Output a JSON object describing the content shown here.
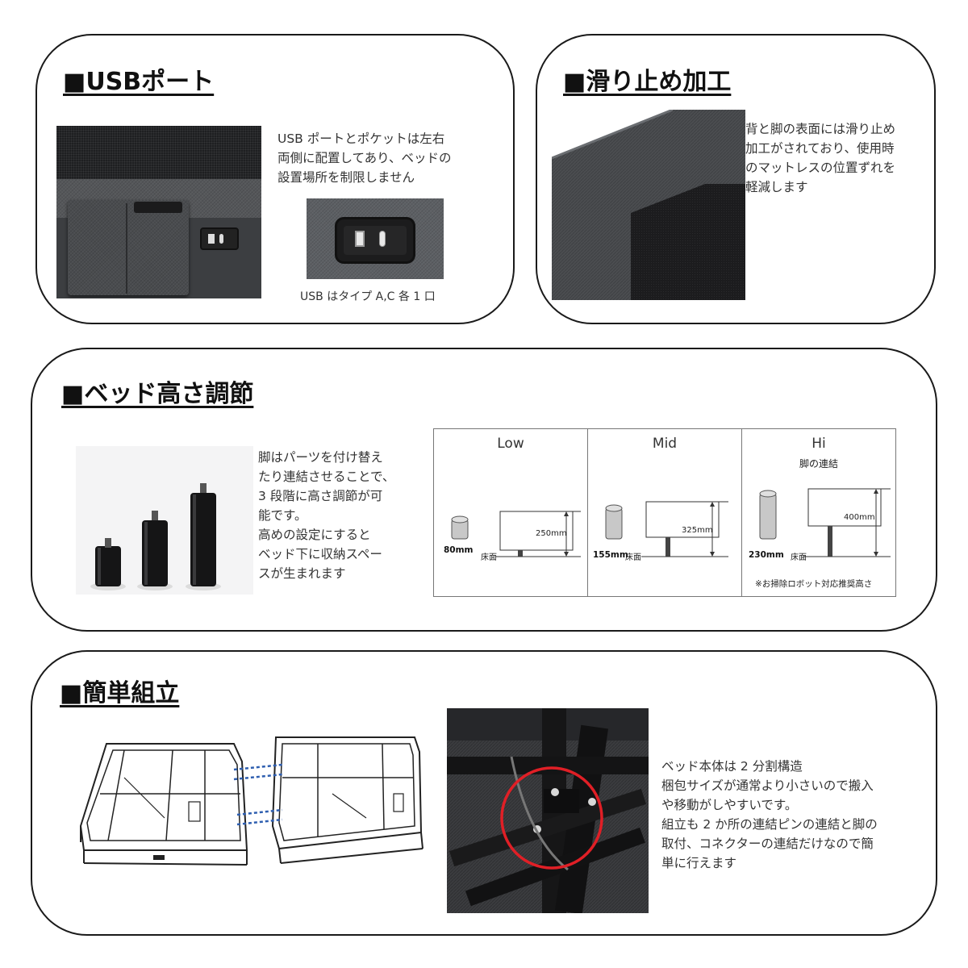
{
  "usb_section": {
    "heading": "■USBポート",
    "text_lines": [
      "USB ポートとポケットは左右",
      "両側に配置してあり、ベッドの",
      "設置場所を制限しません"
    ],
    "caption": "USB はタイプ A,C 各 1 口"
  },
  "slip_section": {
    "heading": "■滑り止め加工",
    "text_lines": [
      "背と脚の表面には滑り止め",
      "加工がされており、使用時",
      "のマットレスの位置ずれを",
      "軽減します"
    ]
  },
  "height_section": {
    "heading": "■ベッド高さ調節",
    "text_lines": [
      "脚はパーツを付け替え",
      "たり連結させることで、",
      "3 段階に高さ調節が可",
      "能です。",
      "高めの設定にすると",
      "ベッド下に収納スペー",
      "スが生まれます"
    ],
    "chart": {
      "columns": [
        {
          "title": "Low",
          "subtitle": "",
          "leg": "80mm",
          "height": "250mm",
          "floor": "床面"
        },
        {
          "title": "Mid",
          "subtitle": "",
          "leg": "155mm",
          "height": "325mm",
          "floor": "床面"
        },
        {
          "title": "Hi",
          "subtitle": "脚の連結",
          "leg": "230mm",
          "height": "400mm",
          "floor": "床面"
        }
      ],
      "note": "※お掃除ロボット対応推奨高さ"
    }
  },
  "assembly_section": {
    "heading": "■簡単組立",
    "text_lines": [
      "ベッド本体は 2 分割構造",
      "梱包サイズが通常より小さいので搬入",
      "や移動がしやすいです。",
      "組立も 2 か所の連結ピンの連結と脚の",
      "取付、コネクターの連結だけなので簡",
      "単に行えます"
    ]
  },
  "colors": {
    "border": "#1a1a1a",
    "fabric": "#4a4c4f",
    "highlight_circle": "#e01f26",
    "connector_lines": "#2f5fb0"
  }
}
